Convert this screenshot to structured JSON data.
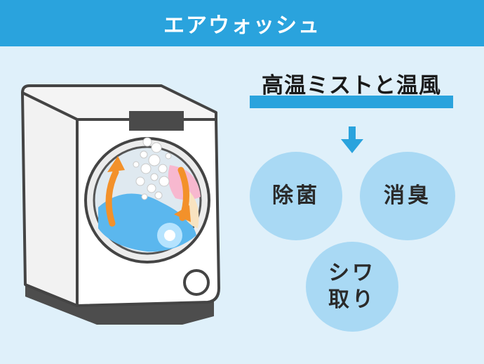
{
  "header": {
    "title": "エアウォッシュ"
  },
  "mist": {
    "title": "高温ミストと温風"
  },
  "effects": {
    "sterilize": "除菌",
    "deodorize": "消臭",
    "wrinkle_line1": "シワ",
    "wrinkle_line2": "取り"
  },
  "colors": {
    "accent": "#2aa3dd",
    "background": "#dff0fa",
    "circle": "#a9d9f4",
    "arrow_orange": "#f3912a"
  }
}
